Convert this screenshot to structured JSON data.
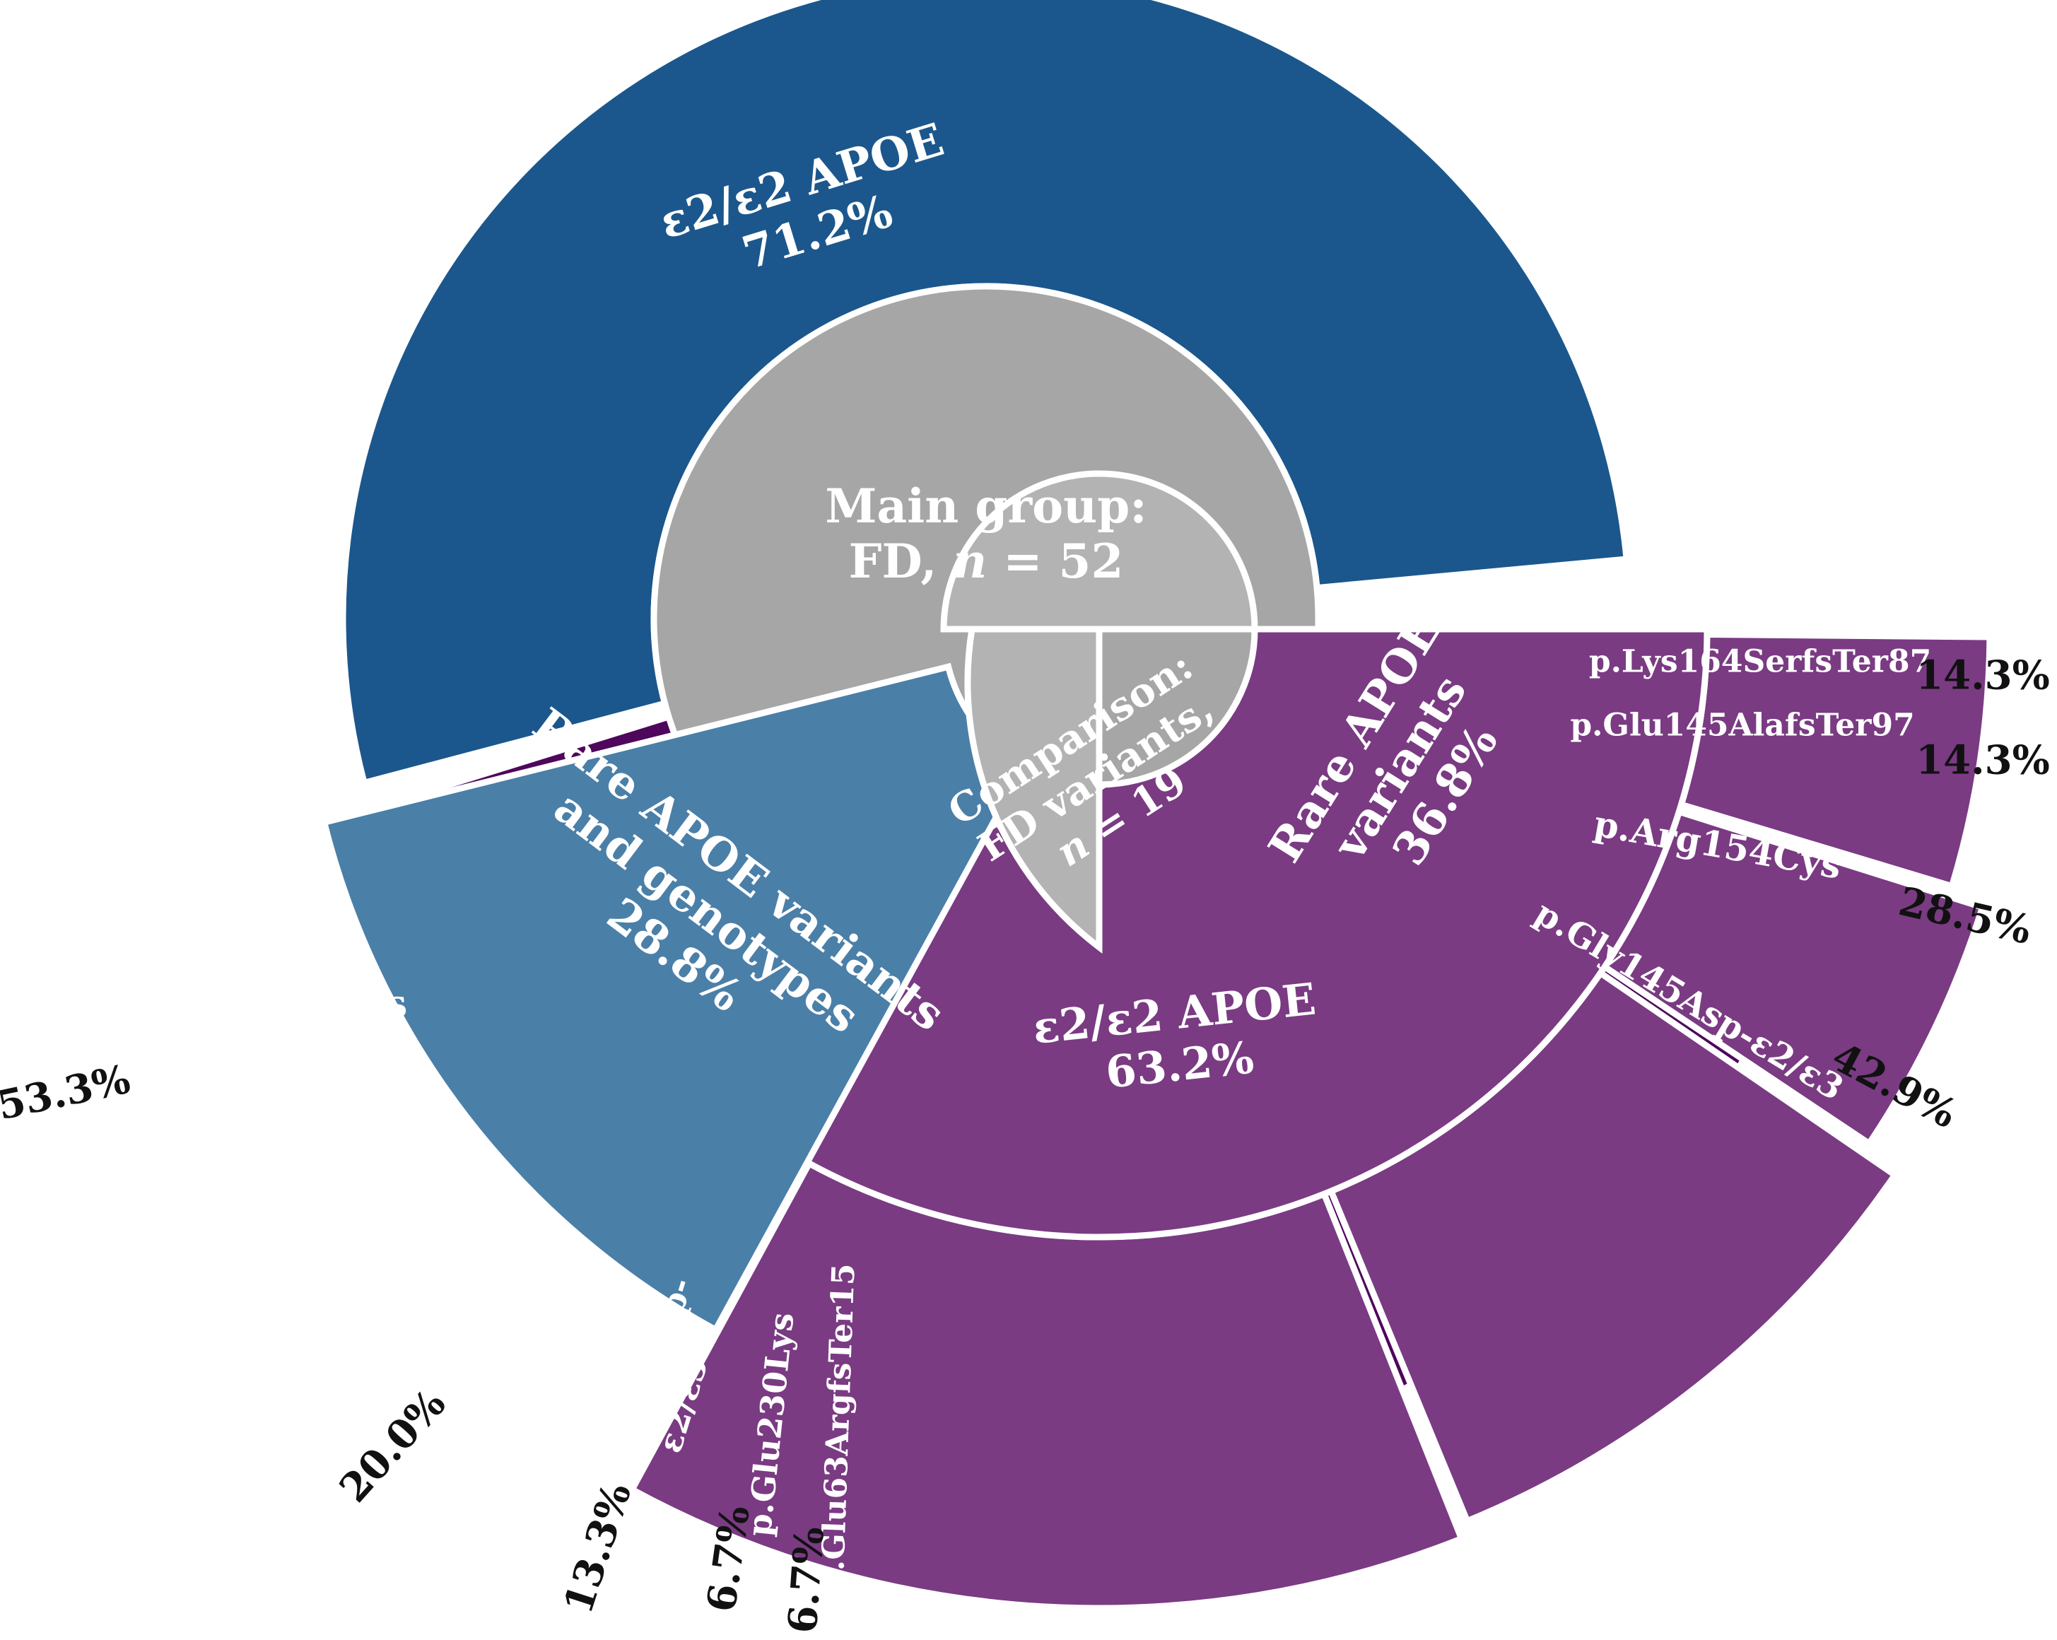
{
  "chart_data": [
    {
      "type": "sunburst",
      "center": {
        "line1": "Main group:",
        "line2_prefix": "FD, ",
        "line2_italic": "n",
        "line2_suffix": " = 52",
        "color": "#a6a6a6"
      },
      "ring1": [
        {
          "name": "ε2/ε2 APOE",
          "value": 71.2,
          "label": "71.2%",
          "color": "#1b578c"
        },
        {
          "name_lines": [
            "Rare APOE variants",
            "and genotypes"
          ],
          "value": 28.8,
          "label": "28.8%",
          "color": "#4e075c"
        }
      ],
      "ring2": [
        {
          "name": "p.Arg154Cys",
          "value": 53.3,
          "label": "53.3%"
        },
        {
          "name": "ε2/ε1",
          "value": 20.0,
          "label": "20.0%"
        },
        {
          "name_lines": [
            "p.Gly145Asp-",
            "ε2/ε3"
          ],
          "value": 13.3,
          "label": "13.3%"
        },
        {
          "name": "p.Glu230Lys",
          "value": 6.7,
          "label": "6.7%"
        },
        {
          "name": "p.Glu63ArgfsTer15",
          "value": 6.7,
          "label": "6.7%"
        }
      ]
    },
    {
      "type": "sunburst",
      "center": {
        "line1": "Comparison:",
        "line2": "FD variants,",
        "line3_italic": "n",
        "line3_suffix": " = 19",
        "color": "#b3b3b3"
      },
      "ring1": [
        {
          "name_lines": [
            "Rare APOE",
            "variants"
          ],
          "value": 36.8,
          "label": "36.8%",
          "color": "#7a3b83"
        },
        {
          "name": "ε2/ε2 APOE",
          "value": 63.2,
          "label": "63.2%",
          "color": "#4a7fa8"
        }
      ],
      "ring2": [
        {
          "name": "p.Lys164SerfsTer87",
          "value": 14.3,
          "label": "14.3%"
        },
        {
          "name": "p.Glu145AlafsTer97",
          "value": 14.3,
          "label": "14.3%"
        },
        {
          "name": "p.Arg154Cys",
          "value": 28.5,
          "label": "28.5%"
        },
        {
          "name": "p.Gly145Asp-ε2/ε3",
          "value": 42.9,
          "label": "42.9%"
        }
      ]
    }
  ]
}
